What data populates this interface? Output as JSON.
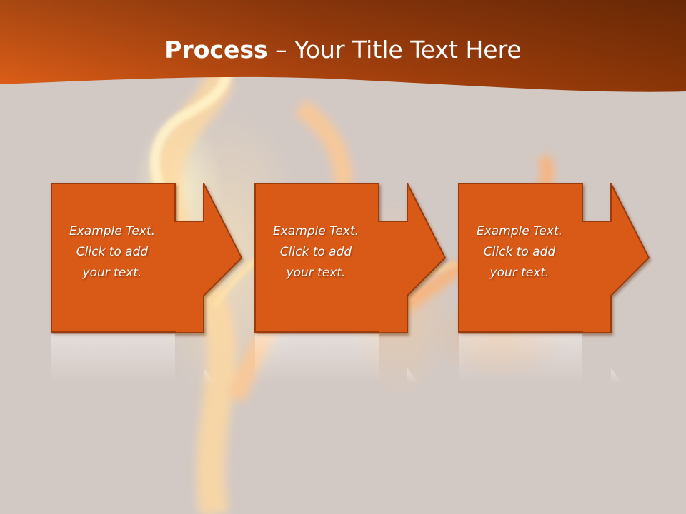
{
  "slide": {
    "title_bold": "Process",
    "title_rest": " – Your Title Text Here"
  },
  "steps": [
    {
      "text_line1": "Example Text.",
      "text_line2": "Click  to add",
      "text_line3": "your text."
    },
    {
      "text_line1": "Example Text.",
      "text_line2": "Click  to add",
      "text_line3": "your text."
    },
    {
      "text_line1": "Example Text.",
      "text_line2": "Click  to add",
      "text_line3": "your text."
    }
  ],
  "colors": {
    "header_dark": "#7a3208",
    "header_light": "#e0601a",
    "box_fill": "#d95a18",
    "box_border": "#9a3a0c",
    "background": "#d3c9c4"
  }
}
